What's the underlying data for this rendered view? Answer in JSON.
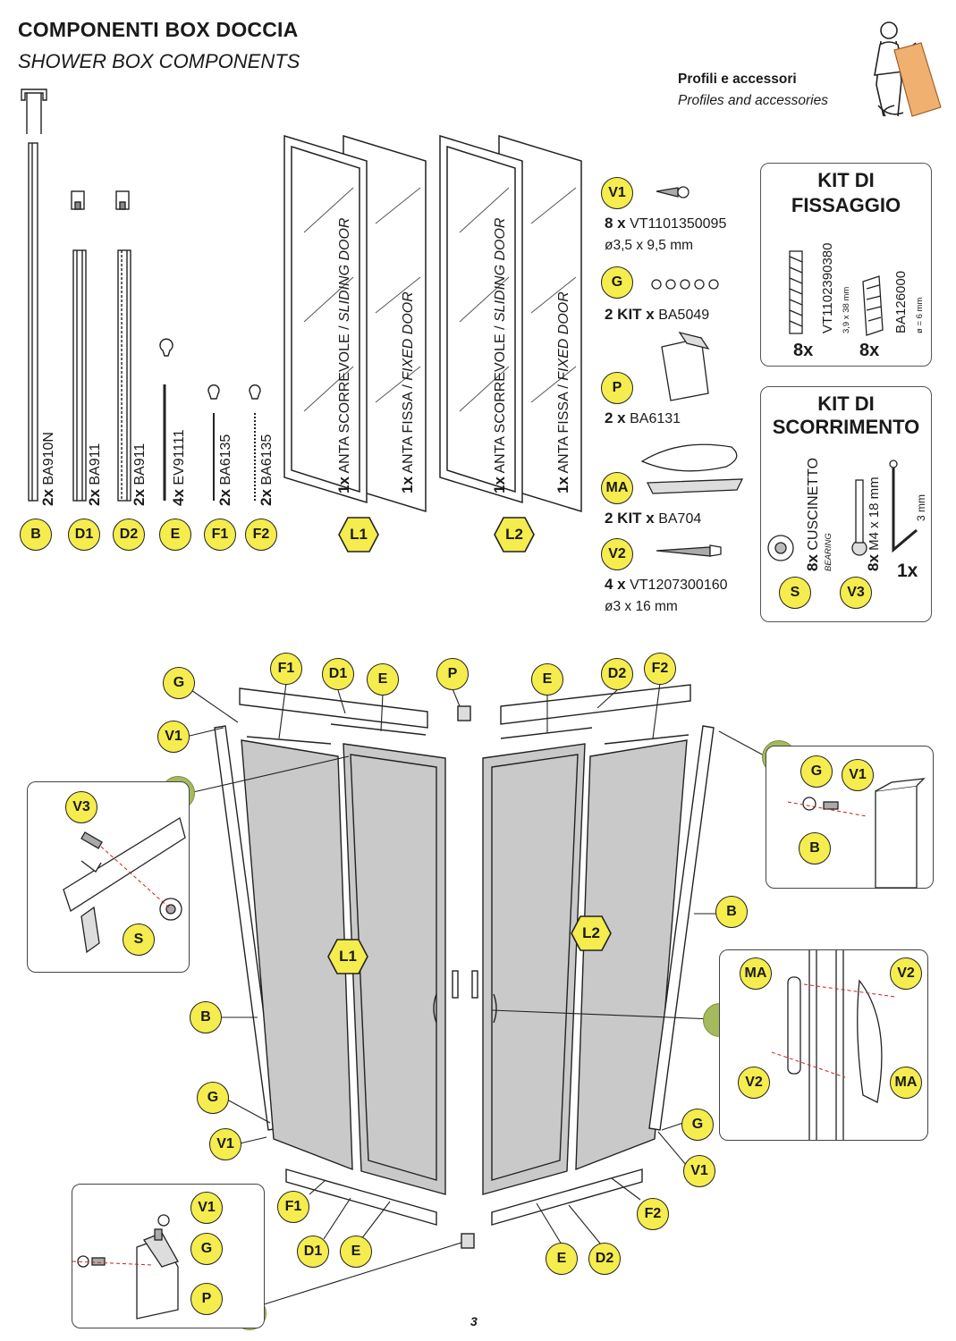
{
  "header": {
    "title": "COMPONENTI BOX DOCCIA",
    "subtitle": "SHOWER BOX COMPONENTS",
    "section_title": "Profili e accessori",
    "section_subtitle": "Profiles and accessories"
  },
  "profiles": [
    {
      "badge": "B",
      "qty": "2x",
      "code": "BA910N"
    },
    {
      "badge": "D1",
      "qty": "2x",
      "code": "BA911"
    },
    {
      "badge": "D2",
      "qty": "2x",
      "code": "BA911"
    },
    {
      "badge": "E",
      "qty": "4x",
      "code": "EV91111"
    },
    {
      "badge": "F1",
      "qty": "2x",
      "code": "BA6135"
    },
    {
      "badge": "F2",
      "qty": "2x",
      "code": "BA6135"
    }
  ],
  "panels": [
    {
      "badge": "L1",
      "sliding": "1x ANTA SCORREVOLE / SLIDING DOOR",
      "sliding_qty": "1x",
      "sliding_it": "ANTA SCORREVOLE",
      "sliding_en": "SLIDING DOOR",
      "fixed_qty": "1x",
      "fixed_it": "ANTA FISSA",
      "fixed_en": "FIXED DOOR"
    },
    {
      "badge": "L2",
      "sliding_qty": "1x",
      "sliding_it": "ANTA SCORREVOLE",
      "sliding_en": "SLIDING DOOR",
      "fixed_qty": "1x",
      "fixed_it": "ANTA FISSA",
      "fixed_en": "FIXED DOOR"
    }
  ],
  "accessories": [
    {
      "badge": "V1",
      "qty": "8 x",
      "code": "VT1101350095",
      "dim": "ø3,5 x 9,5 mm"
    },
    {
      "badge": "G",
      "qty": "2 KIT x",
      "code": "BA5049"
    },
    {
      "badge": "P",
      "qty": "2 x",
      "code": "BA6131"
    },
    {
      "badge": "MA",
      "qty": "2 KIT x",
      "code": "BA704"
    },
    {
      "badge": "V2",
      "qty": "4 x",
      "code": "VT1207300160",
      "dim": "ø3 x 16 mm"
    }
  ],
  "kit_fissaggio": {
    "title_line1": "KIT DI",
    "title_line2": "FISSAGGIO",
    "screw_code": "VT1102390380",
    "screw_dim": "3,9 x 38 mm",
    "screw_qty": "8x",
    "plug_code": "BA126000",
    "plug_dim": "ø = 6 mm",
    "plug_qty": "8x"
  },
  "kit_scorrimento": {
    "title_line1": "KIT DI",
    "title_line2": "SCORRIMENTO",
    "bearing_qty": "8x",
    "bearing_it": "CUSCINETTO",
    "bearing_en": "BEARING",
    "bearing_badge": "S",
    "screw_qty": "8x",
    "screw_dim": "M4 x 18 mm",
    "screw_badge": "V3",
    "key_dim": "3 mm",
    "key_qty": "1x"
  },
  "assembly_labels": {
    "g": "G",
    "v1": "V1",
    "v2": "V2",
    "v3": "V3",
    "b": "B",
    "d1": "D1",
    "d2": "D2",
    "e": "E",
    "f1": "F1",
    "f2": "F2",
    "p": "P",
    "s": "S",
    "ma": "MA",
    "l1": "L1",
    "l2": "L2"
  },
  "page_number": "3",
  "colors": {
    "badge_fill": "#f5ec4e",
    "callout_dot": "#a4ba5c",
    "glass": "#c9c9c9"
  }
}
